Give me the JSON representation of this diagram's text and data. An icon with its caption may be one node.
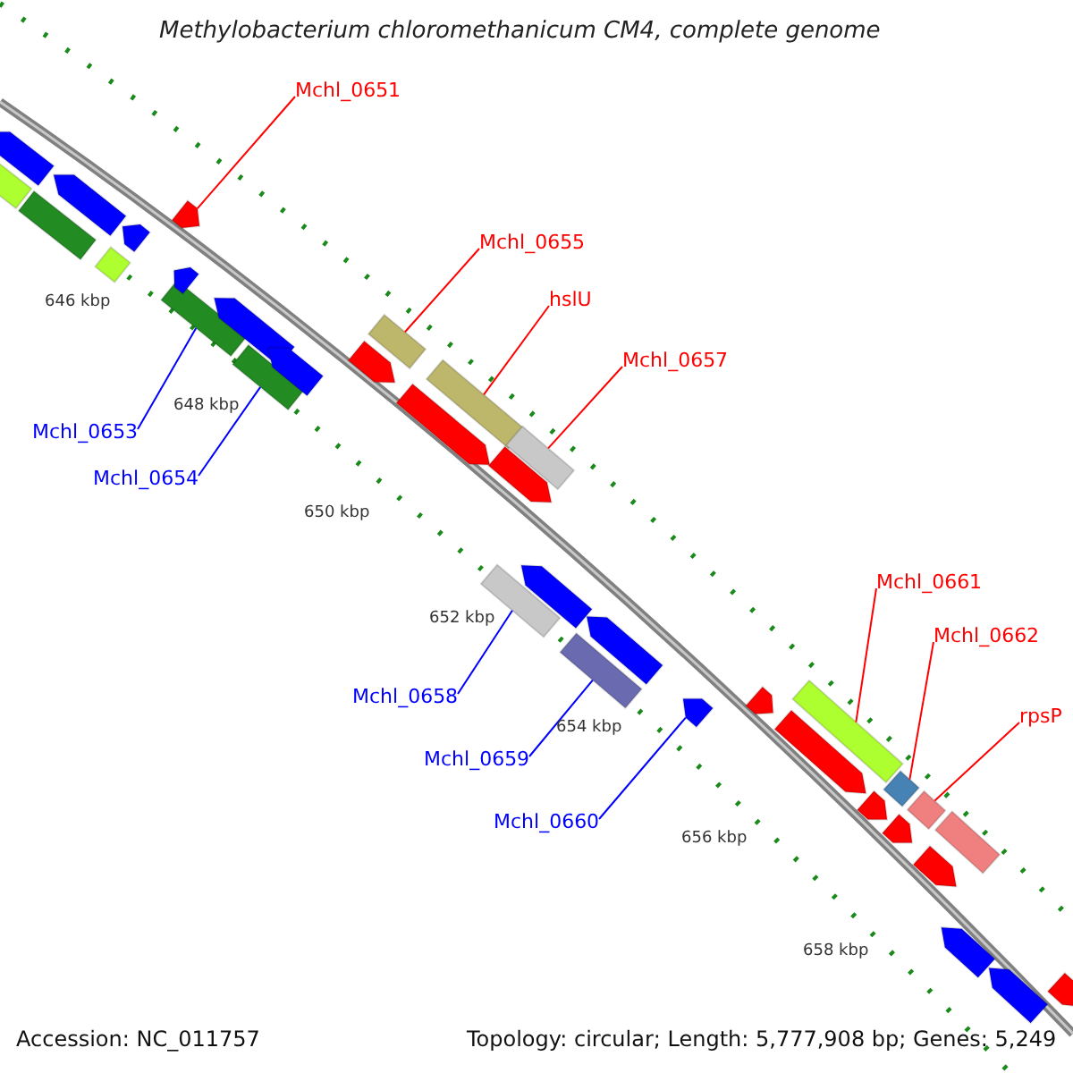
{
  "diagram": {
    "title": "Methylobacterium chloromethanicum CM4, complete genome",
    "nodes": [
      {
        "text": [
          "Mchl_0651"
        ]
      },
      {
        "text": [],
        "shape": "bar"
      },
      {
        "text": [
          "Mchl_0653"
        ]
      },
      {
        "text": [],
        "shape": "bar"
      },
      {
        "text": [
          "Mchl_0654"
        ]
      },
      {
        "text": [],
        "shape": "bar"
      },
      {
        "text": [
          "Mchl_0655"
        ]
      },
      {
        "text": [],
        "shape": "bar"
      },
      {
        "text": [
          "hslU"
        ]
      },
      {
        "text": [],
        "shape": "bar"
      },
      {
        "text": [
          "Mchl_0657"
        ]
      },
      {
        "text": [],
        "shape": "bar"
      },
      {
        "text": [
          "Mchl_0658"
        ]
      },
      {
        "text": [],
        "shape": "bar"
      },
      {
        "text": [
          "Mchl_0659"
        ]
      },
      {
        "text": [],
        "shape": "bar"
      },
      {
        "text": [
          "Mchl_0660"
        ]
      },
      {
        "text": [],
        "shape": "bar"
      },
      {
        "text": [
          "Mchl_0661"
        ]
      },
      {
        "text": [],
        "shape": "bar"
      },
      {
        "text": [
          "Mchl_0662"
        ]
      },
      {
        "text": [],
        "shape": "bar"
      },
      {
        "text": [
          "rpsP"
        ]
      },
      {
        "text": [],
        "shape": "bar"
      },
      {
        "text": [],
        "shape": "bar"
      },
      {
        "text": [],
        "shape": "bar"
      },
      {
        "text": [],
        "shape": "bar"
      },
      {
        "text": [],
        "shape": "bar"
      },
      {
        "text": [],
        "shape": "bar"
      },
      {
        "text": [],
        "shape": "bar"
      },
      {
        "text": [],
        "shape": "bar"
      },
      {
        "text": [],
        "shape": "bar"
      },
      {
        "text": [],
        "shape": "bar"
      },
      {
        "text": [],
        "shape": "bar"
      },
      {
        "text": [],
        "shape": "bar"
      },
      {
        "text": [],
        "shape": "bar"
      },
      {
        "text": [],
        "shape": "bar"
      },
      {
        "text": [],
        "shape": "bar"
      },
      {
        "text": [],
        "shape": "bar"
      },
      {
        "text": [],
        "shape": "bar"
      },
      {
        "text": [],
        "shape": "bar"
      },
      {
        "text": [],
        "shape": "bar"
      },
      {
        "text": [],
        "shape": "bar"
      },
      {
        "text": [],
        "shape": "bar"
      },
      {
        "text": [],
        "shape": "bar"
      },
      {
        "text": [],
        "shape": "bar"
      },
      {
        "text": [],
        "shape": "bar"
      }
    ],
    "edges": [
      {
        "from": 0,
        "to": 1,
        "arrow": "none"
      },
      {
        "from": 2,
        "to": 3,
        "arrow": "none",
        "color": "#0000ff"
      },
      {
        "from": 4,
        "to": 5,
        "arrow": "none",
        "color": "#0000ff"
      },
      {
        "from": 6,
        "to": 7,
        "arrow": "none"
      },
      {
        "from": 8,
        "to": 9,
        "arrow": "none"
      },
      {
        "from": 10,
        "to": 11,
        "arrow": "none"
      },
      {
        "from": 12,
        "to": 13,
        "arrow": "none",
        "color": "#0000ff"
      },
      {
        "from": 14,
        "to": 15,
        "arrow": "none",
        "color": "#0000ff"
      },
      {
        "from": 16,
        "to": 17,
        "arrow": "none",
        "color": "#0000ff"
      },
      {
        "from": 18,
        "to": 19,
        "arrow": "none"
      },
      {
        "from": 20,
        "to": 21,
        "arrow": "none"
      },
      {
        "from": 22,
        "to": 23,
        "arrow": "none"
      }
    ],
    "labels": [
      "646 kbp",
      "648 kbp",
      "650 kbp",
      "652 kbp",
      "654 kbp",
      "656 kbp",
      "658 kbp",
      "Accession: NC_011757",
      "Topology: circular; Length: 5,777,908 bp; Genes: 5,249"
    ]
  }
}
